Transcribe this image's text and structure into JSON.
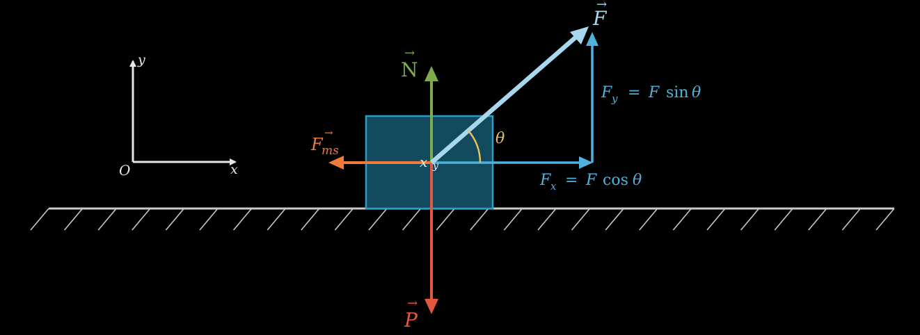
{
  "axes": {
    "origin_label": "O",
    "x_label": "x",
    "y_label": "y",
    "color": "#e6e6e6"
  },
  "block": {
    "fill": "#114a5c",
    "stroke": "#2c9cc4",
    "point_label": "x",
    "point_label_2": "y"
  },
  "ground": {
    "color": "#c8c8c8"
  },
  "forces": {
    "F": {
      "letter": "F",
      "color": "#a9d8ee"
    },
    "N": {
      "letter": "N",
      "color": "#7dab4e"
    },
    "P": {
      "letter": "P",
      "color": "#e3583f"
    },
    "Fms": {
      "letter": "F",
      "subscript": "ms",
      "color": "#f07a3a"
    },
    "Fx": {
      "letter": "F",
      "subscript": "x",
      "rhs_letter": "F",
      "rhs_func": "cos",
      "rhs_angle": "θ",
      "color": "#4fb2de"
    },
    "Fy": {
      "letter": "F",
      "subscript": "y",
      "rhs_letter": "F",
      "rhs_func": "sin",
      "rhs_angle": "θ",
      "color": "#4fb2de"
    },
    "equals": "="
  },
  "angle": {
    "label": "θ",
    "color": "#e8c15a"
  },
  "arrow_symbol": "→"
}
